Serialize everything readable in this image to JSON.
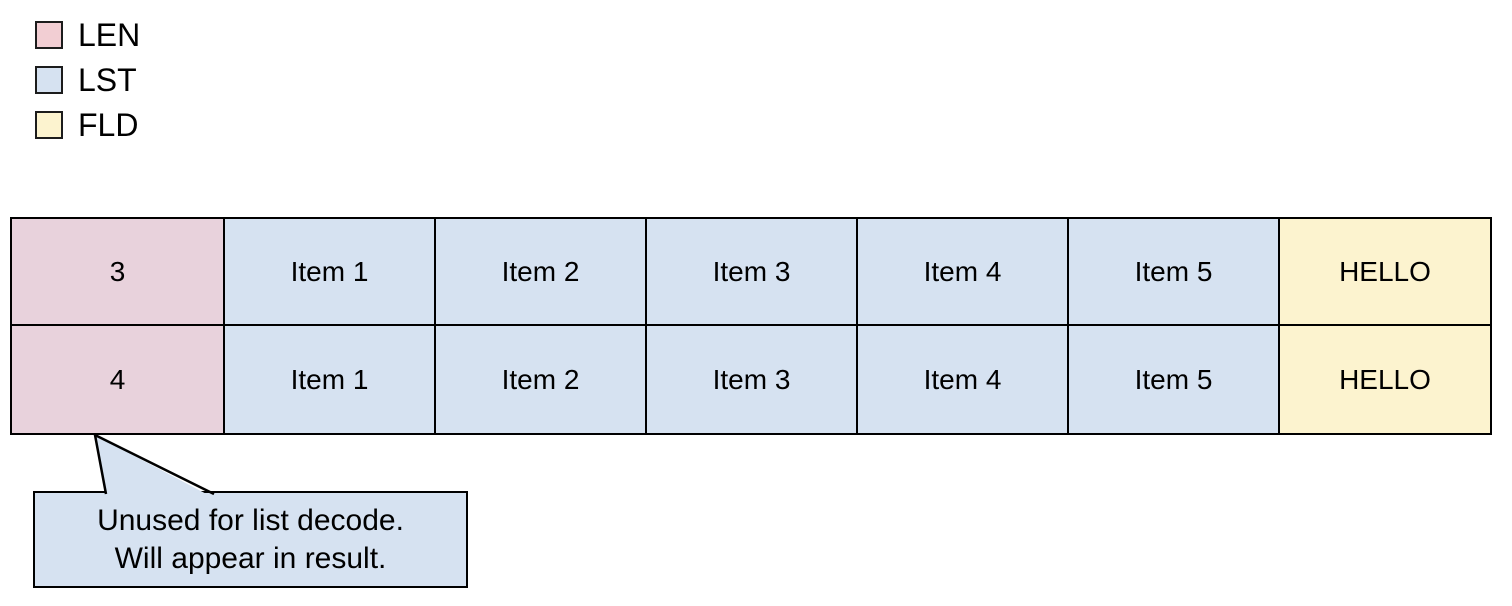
{
  "legend": {
    "items": [
      {
        "label": "LEN",
        "color": "#f2ced3"
      },
      {
        "label": "LST",
        "color": "#d6e2f1"
      },
      {
        "label": "FLD",
        "color": "#fcf3cf"
      }
    ]
  },
  "table": {
    "rows": [
      {
        "cells": [
          {
            "text": "3",
            "type": "LEN"
          },
          {
            "text": "Item 1",
            "type": "LST"
          },
          {
            "text": "Item 2",
            "type": "LST"
          },
          {
            "text": "Item 3",
            "type": "LST"
          },
          {
            "text": "Item 4",
            "type": "LST"
          },
          {
            "text": "Item 5",
            "type": "LST"
          },
          {
            "text": "HELLO",
            "type": "FLD"
          }
        ]
      },
      {
        "cells": [
          {
            "text": "4",
            "type": "LEN"
          },
          {
            "text": "Item 1",
            "type": "LST"
          },
          {
            "text": "Item 2",
            "type": "LST"
          },
          {
            "text": "Item 3",
            "type": "LST"
          },
          {
            "text": "Item 4",
            "type": "LST"
          },
          {
            "text": "Item 5",
            "type": "LST"
          },
          {
            "text": "HELLO",
            "type": "FLD"
          }
        ]
      }
    ],
    "cell_colors": {
      "LEN": "#e8d2dc",
      "LST": "#d6e2f1",
      "FLD": "#fcf3cf"
    },
    "border_color": "#000000"
  },
  "callout": {
    "line1": "Unused for list decode.",
    "line2": "Will appear in result.",
    "fill": "#d6e2f1"
  }
}
